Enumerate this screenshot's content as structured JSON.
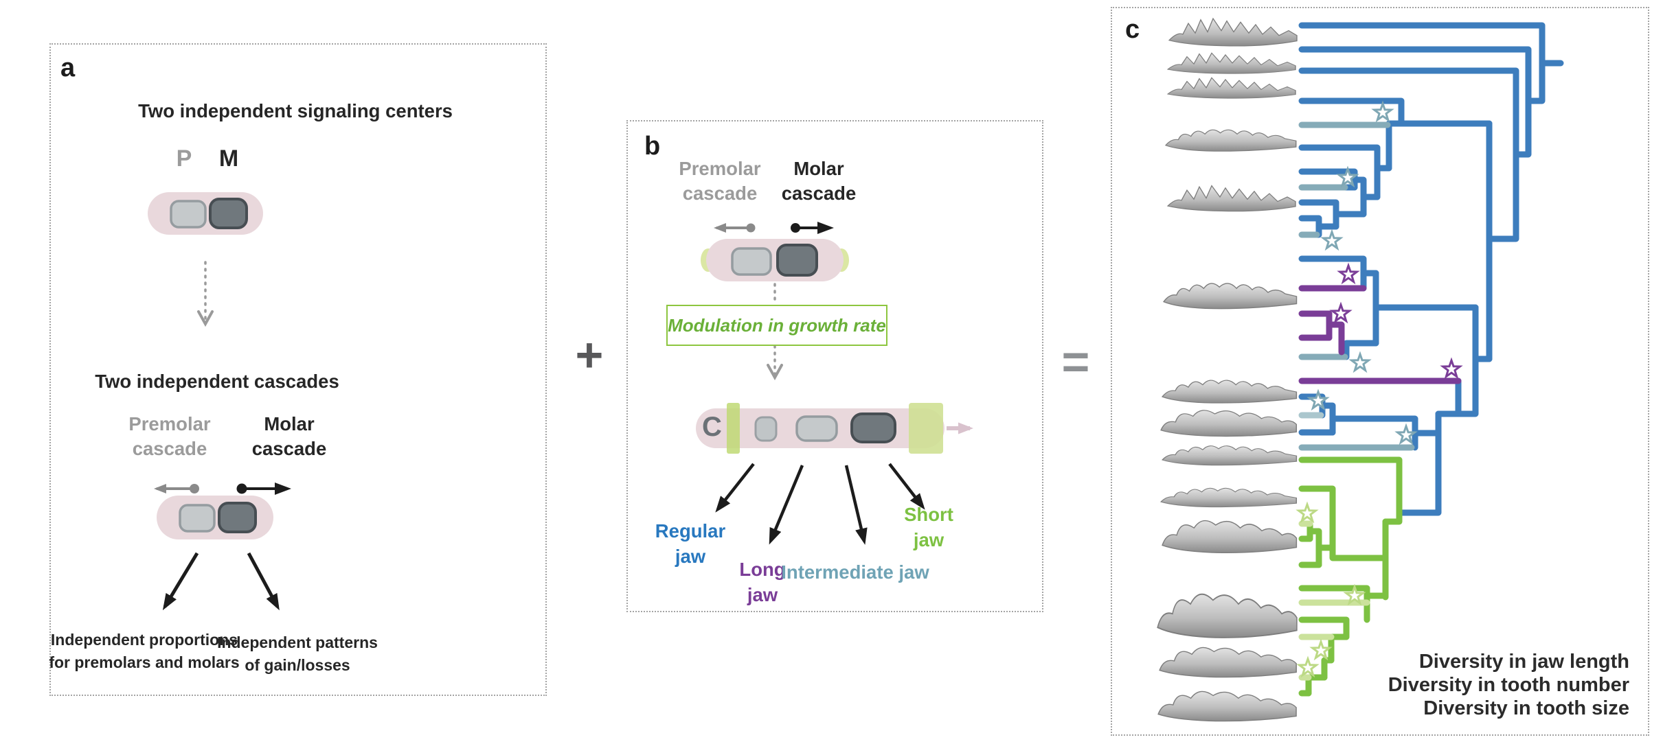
{
  "colors": {
    "tree_blue": "#3d7dbd",
    "tree_teal": "#85abb8",
    "tree_pale_teal": "#aac6cd",
    "tree_purple": "#7a3d97",
    "tree_green": "#7dc142",
    "tree_pale_green": "#cbe29c",
    "capsule_pink": "#e9d8dc",
    "tooth_light": "#c5c9cb",
    "tooth_dark": "#70787d",
    "modulation_green_border": "#8dc63f",
    "modulation_green_text": "#6ab038",
    "gray_text": "#9b9b9b",
    "dark_text": "#262626"
  },
  "panel_a": {
    "label": "a",
    "title": "Two independent signaling centers",
    "p_label": "P",
    "m_label": "M",
    "cascades_title": "Two independent cascades",
    "premolar_cascade_label": "Premolar cascade",
    "molar_cascade_label": "Molar cascade",
    "outcome_left": "Independent proportions for premolars and molars",
    "outcome_right": "Independent patterns of gain/losses"
  },
  "operators": {
    "plus": "+",
    "equals": "="
  },
  "panel_b": {
    "label": "b",
    "premolar_cascade_label": "Premolar cascade",
    "molar_cascade_label": "Molar cascade",
    "modulation_label": "Modulation in growth rate",
    "jaw_c_label": "C",
    "jaw_types": [
      {
        "label": "Regular jaw",
        "color": "#2878bf"
      },
      {
        "label": "Long jaw",
        "color": "#7a3d97"
      },
      {
        "label": "Intermediate jaw",
        "color": "#6fa3b5"
      },
      {
        "label": "Short jaw",
        "color": "#7dc142"
      }
    ]
  },
  "panel_c": {
    "label": "c",
    "caption_lines": [
      "Diversity in jaw length",
      "Diversity in tooth number",
      "Diversity in tooth size"
    ]
  }
}
